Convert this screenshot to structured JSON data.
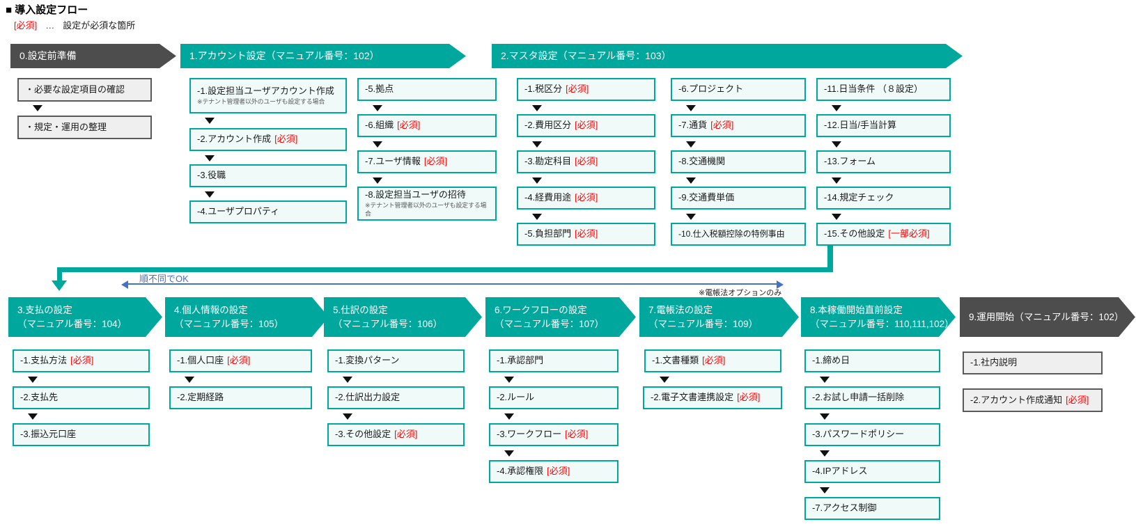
{
  "title": "■ 導入設定フロー",
  "legend": {
    "tag": "[必須]",
    "dots": "…",
    "text": "設定が必須な箇所"
  },
  "colors": {
    "teal": "#00a79d",
    "dark_gray": "#4d4d4d",
    "box_fill": "#f0faf9",
    "gray_box_fill": "#efefef",
    "gray_box_border": "#595959",
    "required_red": "#ff0000",
    "note_blue": "#4472c4"
  },
  "connectors": {
    "loop_label": "順不同でOK",
    "option_note": "※電帳法オプションのみ"
  },
  "headers": [
    {
      "line1": "0.設定前準備",
      "line2": "",
      "style": "dark"
    },
    {
      "line1": "1.アカウント設定（マニュアル番号：102）",
      "line2": "",
      "style": "teal"
    },
    {
      "line1": "2.マスタ設定（マニュアル番号：103）",
      "line2": "",
      "style": "teal"
    },
    {
      "line1": "3.支払の設定",
      "line2": "（マニュアル番号：104）",
      "style": "teal"
    },
    {
      "line1": "4.個人情報の設定",
      "line2": "（マニュアル番号：105）",
      "style": "teal"
    },
    {
      "line1": "5.仕訳の設定",
      "line2": "（マニュアル番号：106）",
      "style": "teal"
    },
    {
      "line1": "6.ワークフローの設定",
      "line2": "（マニュアル番号：107）",
      "style": "teal"
    },
    {
      "line1": "7.電帳法の設定",
      "line2": "（マニュアル番号：109）",
      "style": "teal"
    },
    {
      "line1": "8.本稼働開始直前設定",
      "line2": "（マニュアル番号：110,111,102）",
      "style": "teal"
    },
    {
      "line1": "9.運用開始（マニュアル番号：102）",
      "line2": "",
      "style": "dark"
    }
  ],
  "columns": {
    "prep": [
      {
        "label": "・必要な設定項目の確認"
      },
      {
        "label": "・規定・運用の整理"
      }
    ],
    "account_a": [
      {
        "label": "-1.設定担当ユーザアカウント作成",
        "note": "※テナント管理者以外のユーザも設定する場合"
      },
      {
        "label": "-2.アカウント作成",
        "required": "[必須]"
      },
      {
        "label": "-3.役職"
      },
      {
        "label": "-4.ユーザプロパティ"
      }
    ],
    "account_b": [
      {
        "label": "-5.拠点"
      },
      {
        "label": "-6.組織",
        "required": "[必須]"
      },
      {
        "label": "-7.ユーザ情報",
        "required": "[必須]"
      },
      {
        "label": "-8.設定担当ユーザの招待",
        "note": "※テナント管理者以外のユーザも設定する場合"
      }
    ],
    "master_a": [
      {
        "label": "-1.税区分",
        "required": "[必須]"
      },
      {
        "label": "-2.費用区分",
        "required": "[必須]"
      },
      {
        "label": "-3.勘定科目",
        "required": "[必須]"
      },
      {
        "label": "-4.経費用途",
        "required": "[必須]"
      },
      {
        "label": "-5.負担部門",
        "required": "[必須]"
      }
    ],
    "master_b": [
      {
        "label": "-6.プロジェクト"
      },
      {
        "label": "-7.通貨",
        "required": "[必須]"
      },
      {
        "label": "-8.交通機関"
      },
      {
        "label": "-9.交通費単価"
      },
      {
        "label": "-10.仕入税額控除の特例事由"
      }
    ],
    "master_c": [
      {
        "label": "-11.日当条件 （８設定）"
      },
      {
        "label": "-12.日当/手当計算"
      },
      {
        "label": "-13.フォーム"
      },
      {
        "label": "-14.規定チェック"
      },
      {
        "label": "-15.その他設定",
        "required": "[一部必須]"
      }
    ],
    "payment": [
      {
        "label": "-1.支払方法",
        "required": "[必須]"
      },
      {
        "label": "-2.支払先"
      },
      {
        "label": "-3.振込元口座"
      }
    ],
    "personal": [
      {
        "label": "-1.個人口座",
        "required": "[必須]"
      },
      {
        "label": "-2.定期経路"
      }
    ],
    "journal": [
      {
        "label": "-1.変換パターン"
      },
      {
        "label": "-2.仕訳出力設定"
      },
      {
        "label": "-3.その他設定",
        "required": "[必須]"
      }
    ],
    "workflow": [
      {
        "label": "-1.承認部門"
      },
      {
        "label": "-2.ルール"
      },
      {
        "label": "-3.ワークフロー",
        "required": "[必須]"
      },
      {
        "label": "-4.承認権限",
        "required": "[必須]"
      }
    ],
    "denchoho": [
      {
        "label": "-1.文書種類",
        "required": "[必須]"
      },
      {
        "label": "-2.電子文書連携設定",
        "required": "[必須]"
      }
    ],
    "golive": [
      {
        "label": "-1.締め日"
      },
      {
        "label": "-2.お試し申請一括削除"
      },
      {
        "label": "-3.パスワードポリシー"
      },
      {
        "label": "-4.IPアドレス"
      },
      {
        "label": "-7.アクセス制御"
      }
    ],
    "operation": [
      {
        "label": "-1.社内説明"
      },
      {
        "label": "-2.アカウント作成通知",
        "required": "[必須]"
      }
    ]
  }
}
